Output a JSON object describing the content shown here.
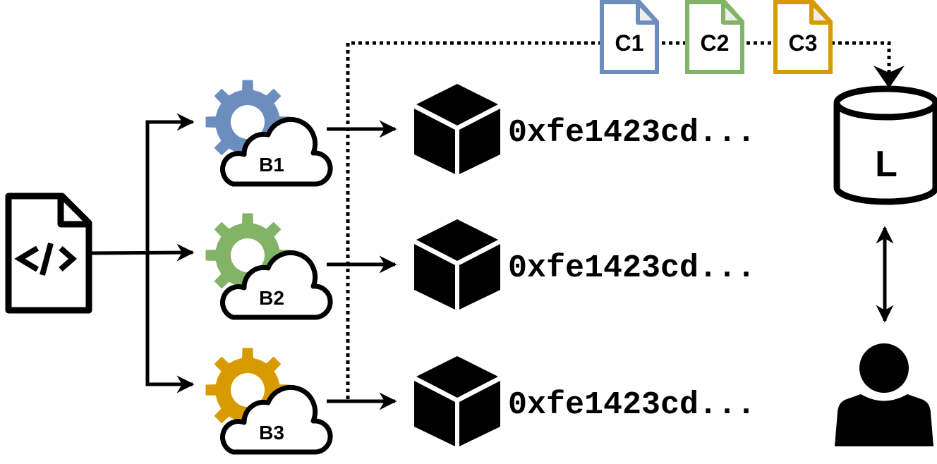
{
  "diagram": {
    "source": {
      "label": "</>",
      "icon": "source-code-file-icon"
    },
    "builders": [
      {
        "label": "B1",
        "color": "#6c8ebf"
      },
      {
        "label": "B2",
        "color": "#82b366"
      },
      {
        "label": "B3",
        "color": "#d79b00"
      }
    ],
    "artifacts": [
      {
        "hash": "0xfe1423cd..."
      },
      {
        "hash": "0xfe1423cd..."
      },
      {
        "hash": "0xfe1423cd..."
      }
    ],
    "certificates": [
      {
        "label": "C1",
        "color": "#6c8ebf"
      },
      {
        "label": "C2",
        "color": "#82b366"
      },
      {
        "label": "C3",
        "color": "#d79b00"
      }
    ],
    "ledger": {
      "label": "L"
    },
    "user": {
      "icon": "user-icon"
    }
  }
}
